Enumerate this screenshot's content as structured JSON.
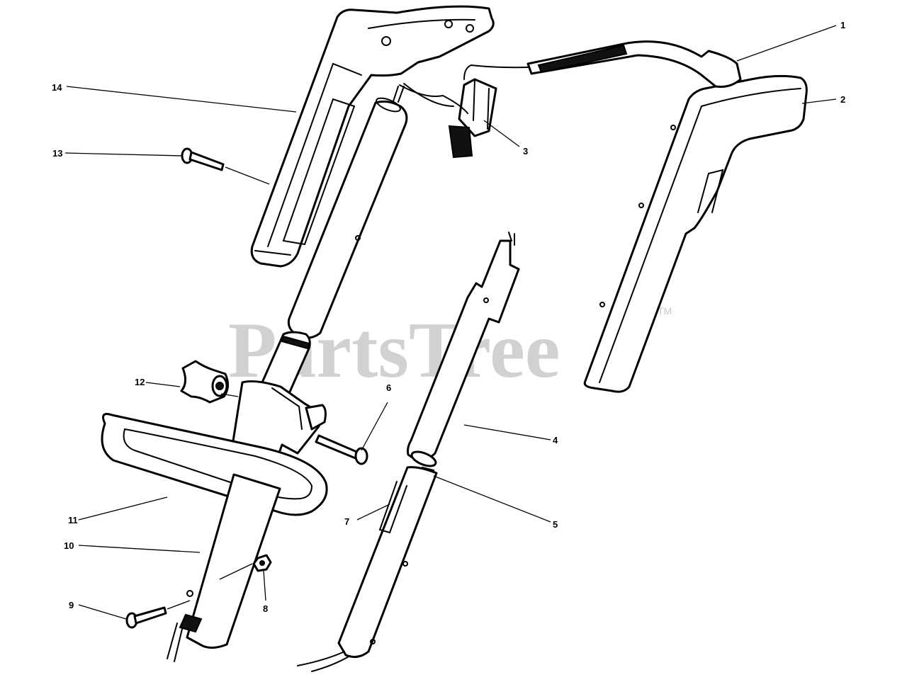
{
  "watermark": {
    "brand": "PartsTree",
    "trademark": "TM",
    "color": "#c8c8c8"
  },
  "callouts": [
    "1",
    "2",
    "3",
    "4",
    "5",
    "6",
    "7",
    "8",
    "9",
    "10",
    "11",
    "12",
    "13",
    "14"
  ],
  "colors": {
    "line": "#000000",
    "background": "#ffffff"
  }
}
